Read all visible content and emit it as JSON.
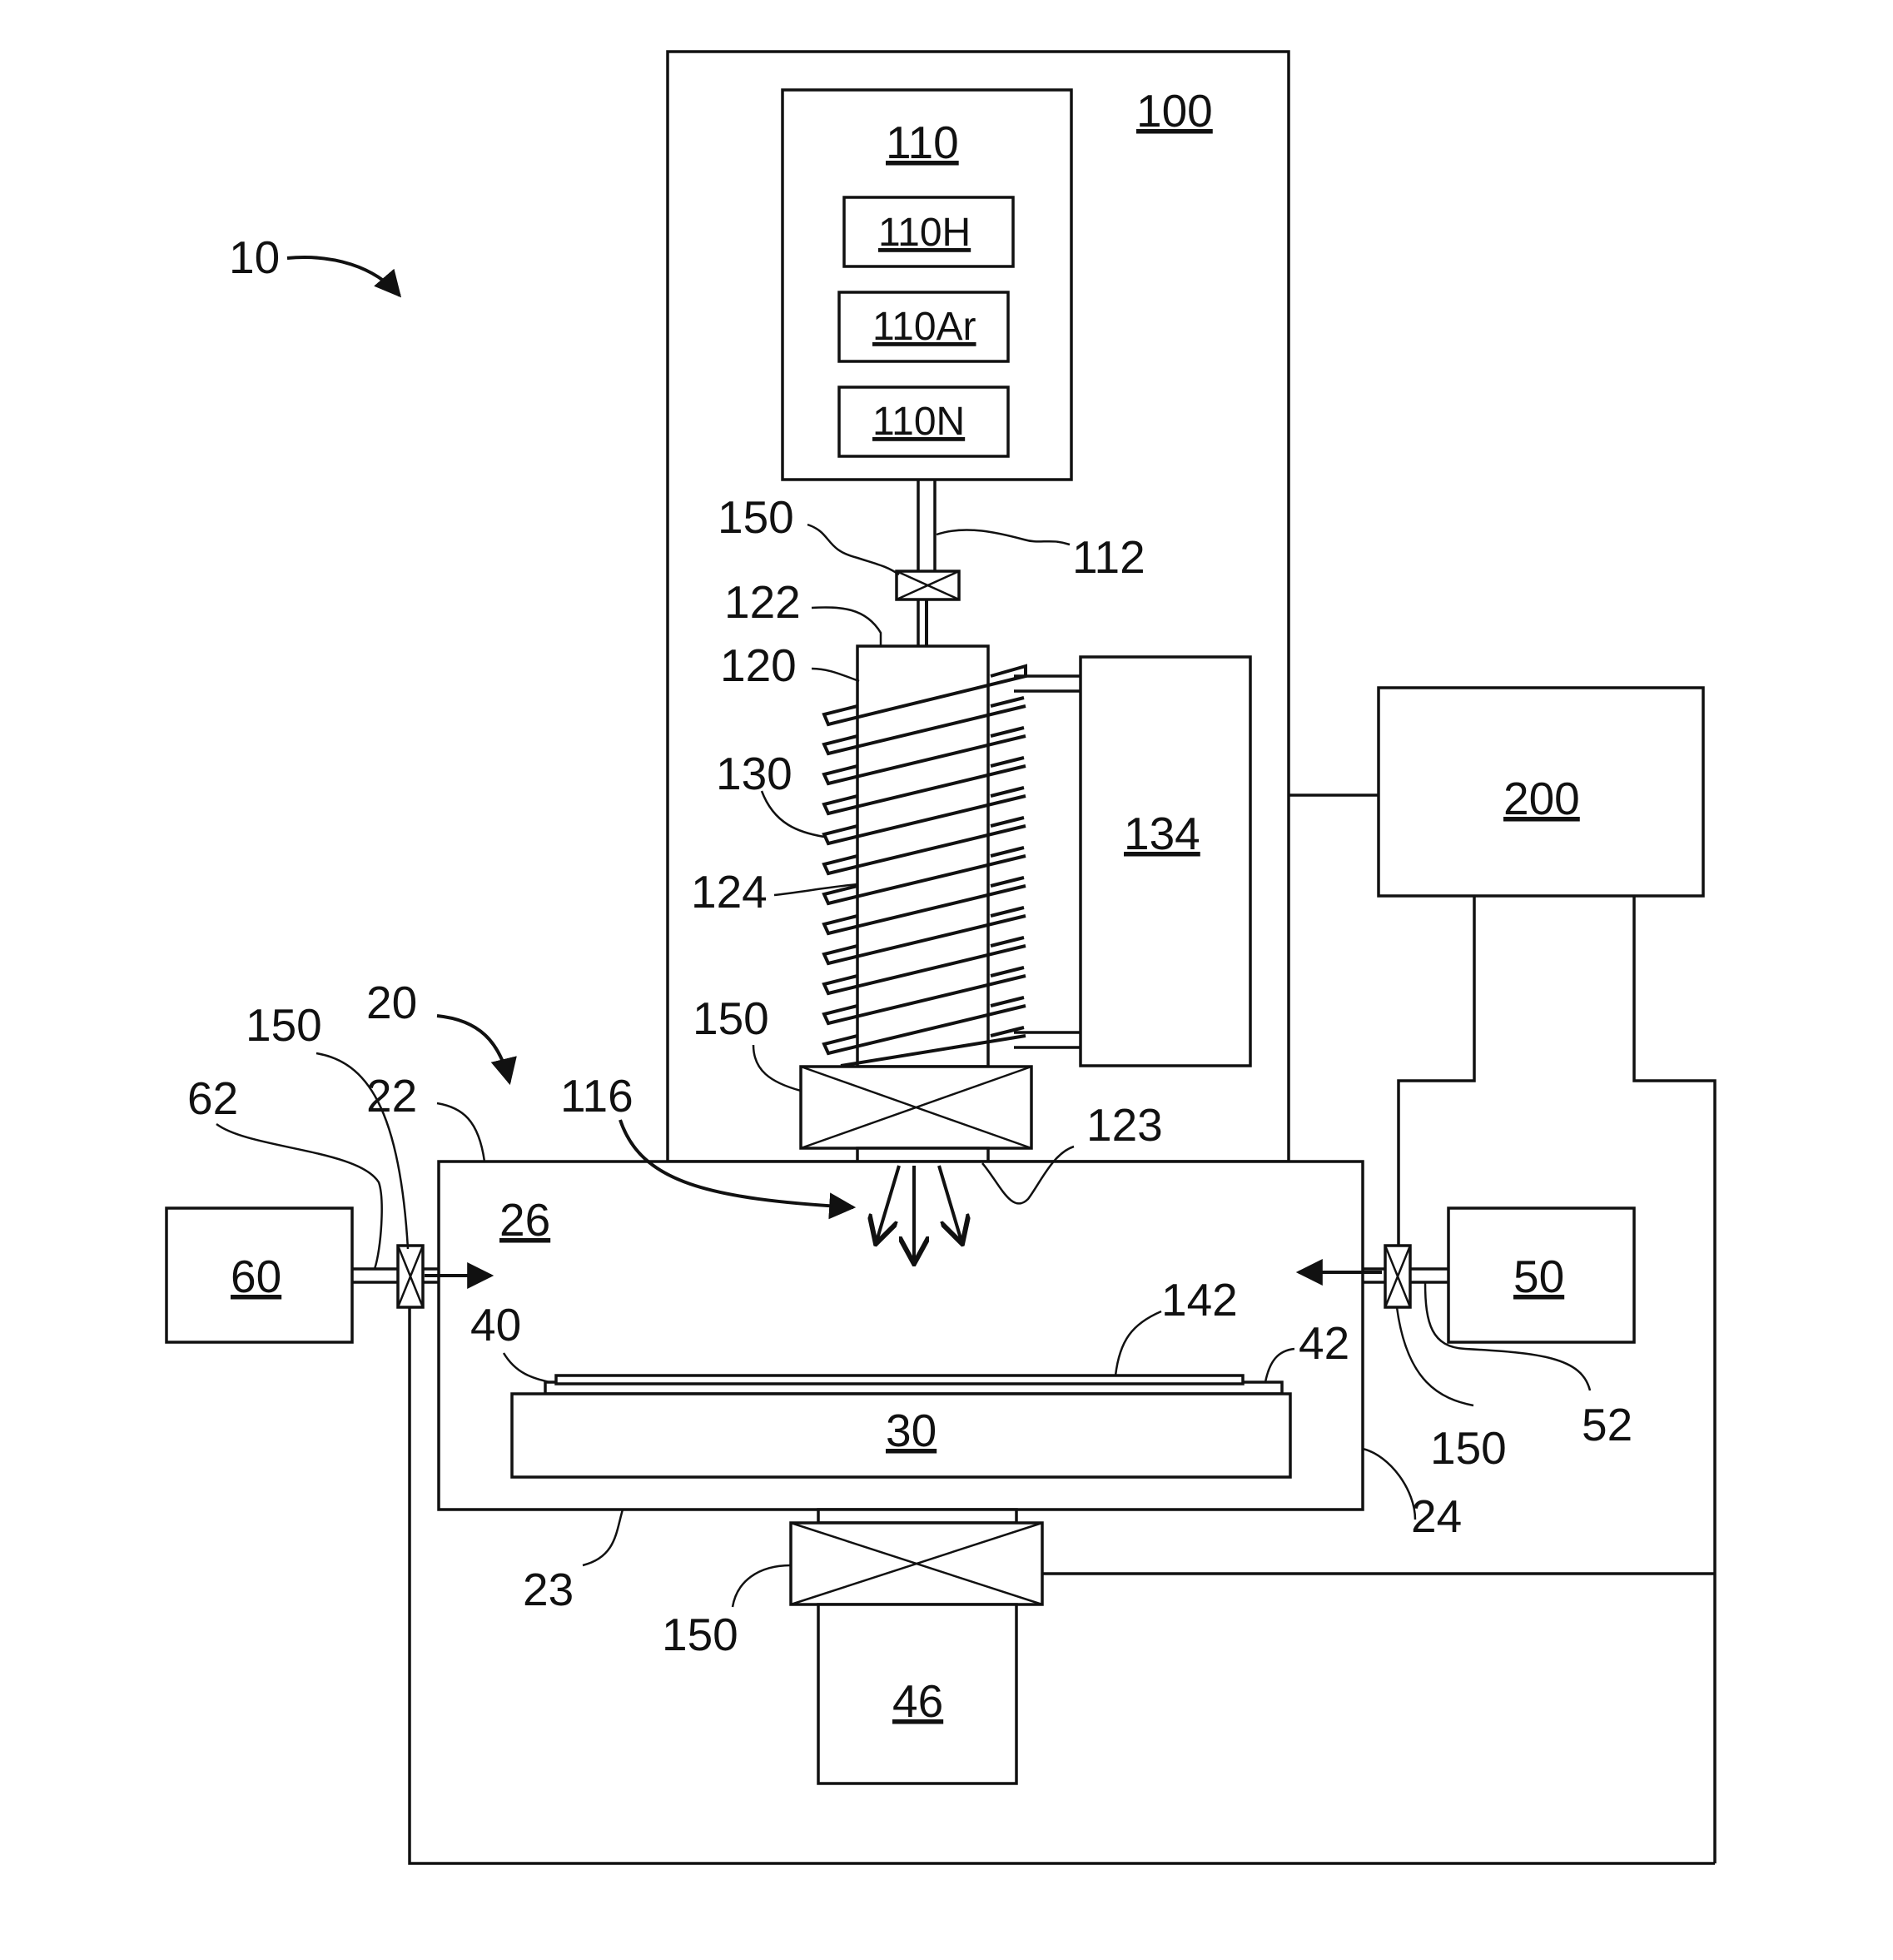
{
  "labels": {
    "system": "10",
    "plasma_source": "100",
    "gas_supply": "110",
    "gas_h": "110H",
    "gas_ar": "110Ar",
    "gas_n": "110N",
    "gas_line": "112",
    "valve_top": "150",
    "tube_top": "122",
    "tube": "120",
    "coil": "130",
    "tube_inner": "124",
    "rf_source": "134",
    "controller": "200",
    "valve_mid": "150",
    "outlet": "123",
    "radicals": "116",
    "chamber_system": "20",
    "chamber_top": "22",
    "chamber_space": "26",
    "valve_left": "150",
    "line_left": "62",
    "source_left": "60",
    "substrate": "40",
    "film": "142",
    "edge": "42",
    "stage": "30",
    "source_right": "50",
    "line_right": "52",
    "valve_right": "150",
    "chamber_side": "24",
    "chamber_bottom": "23",
    "valve_bottom": "150",
    "pump": "46"
  }
}
